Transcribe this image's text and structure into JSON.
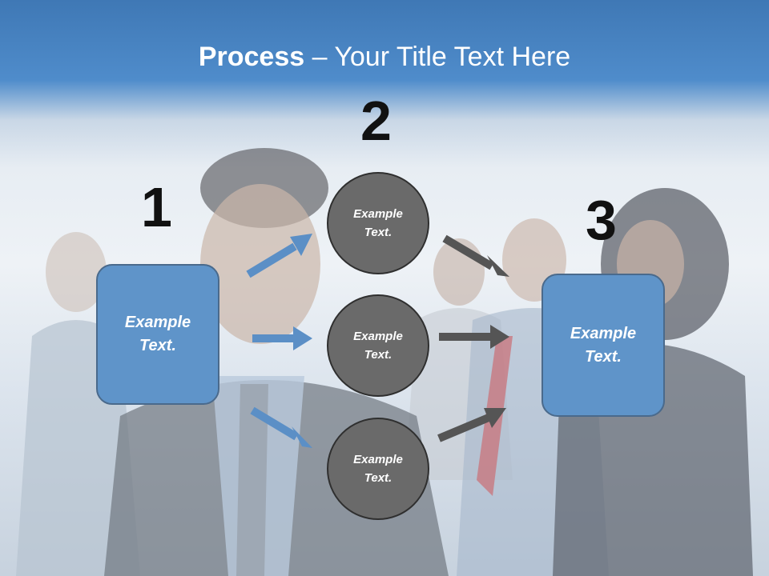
{
  "title": {
    "bold": "Process",
    "rest": " – Your Title Text Here"
  },
  "steps": {
    "one": "1",
    "two": "2",
    "three": "3"
  },
  "left_box": {
    "line1": "Example",
    "line2": "Text."
  },
  "right_box": {
    "line1": "Example",
    "line2": "Text."
  },
  "circles": [
    {
      "line1": "Example",
      "line2": "Text."
    },
    {
      "line1": "Example",
      "line2": "Text."
    },
    {
      "line1": "Example",
      "line2": "Text."
    }
  ],
  "colors": {
    "box_fill": "#5f94c9",
    "circle_fill": "#6a6a6a",
    "blue_arrow": "#5b8fc6",
    "gray_arrow": "#555555",
    "header": "#3f78b5"
  }
}
